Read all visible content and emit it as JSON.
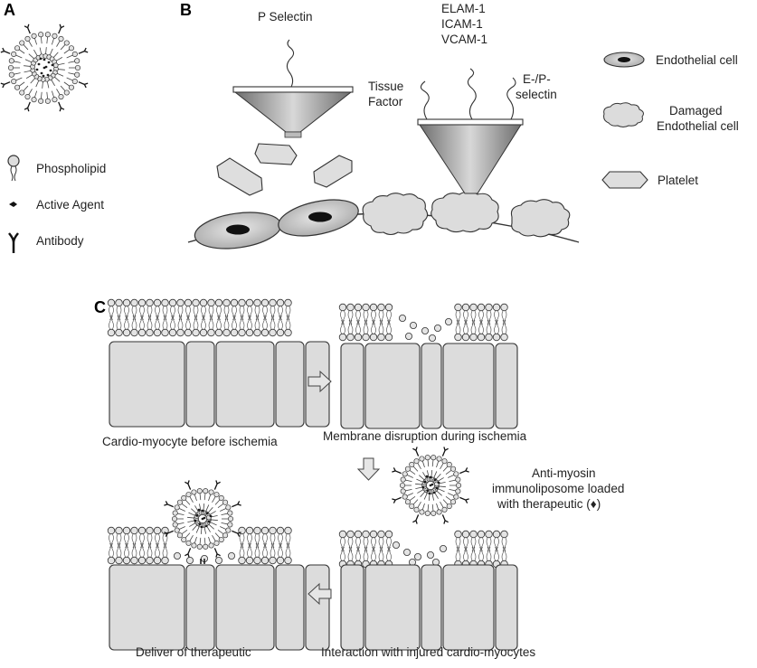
{
  "panels": {
    "a": {
      "label": "A",
      "legend": [
        {
          "icon": "phospholipid-icon",
          "text": "Phospholipid"
        },
        {
          "icon": "active-agent-icon",
          "text": "Active Agent"
        },
        {
          "icon": "antibody-icon",
          "text": "Antibody"
        }
      ]
    },
    "b": {
      "label": "B",
      "p_selectin": "P Selectin",
      "elam": "ELAM-1",
      "icam": "ICAM-1",
      "vcam": "VCAM-1",
      "tissue_factor_1": "Tissue",
      "tissue_factor_2": "Factor",
      "ep_selectin_1": "E-/P-",
      "ep_selectin_2": "selectin",
      "legend": {
        "endothelial": "Endothelial cell",
        "damaged_1": "Damaged",
        "damaged_2": "Endothelial cell",
        "platelet": "Platelet"
      }
    },
    "c": {
      "label": "C",
      "before": "Cardio-myocyte before ischemia",
      "disruption": "Membrane disruption during ischemia",
      "immuno_1": "Anti-myosin",
      "immuno_2": "immunoliposome loaded",
      "immuno_3": "with therapeutic (♦)",
      "interaction": "Interaction with injured cardio-myocytes",
      "deliver": "Deliver of therapeutic"
    }
  },
  "colors": {
    "stroke": "#333333",
    "fill_gray": "#d9d9d9",
    "fill_light": "#ececec",
    "nucleus": "#111111"
  }
}
